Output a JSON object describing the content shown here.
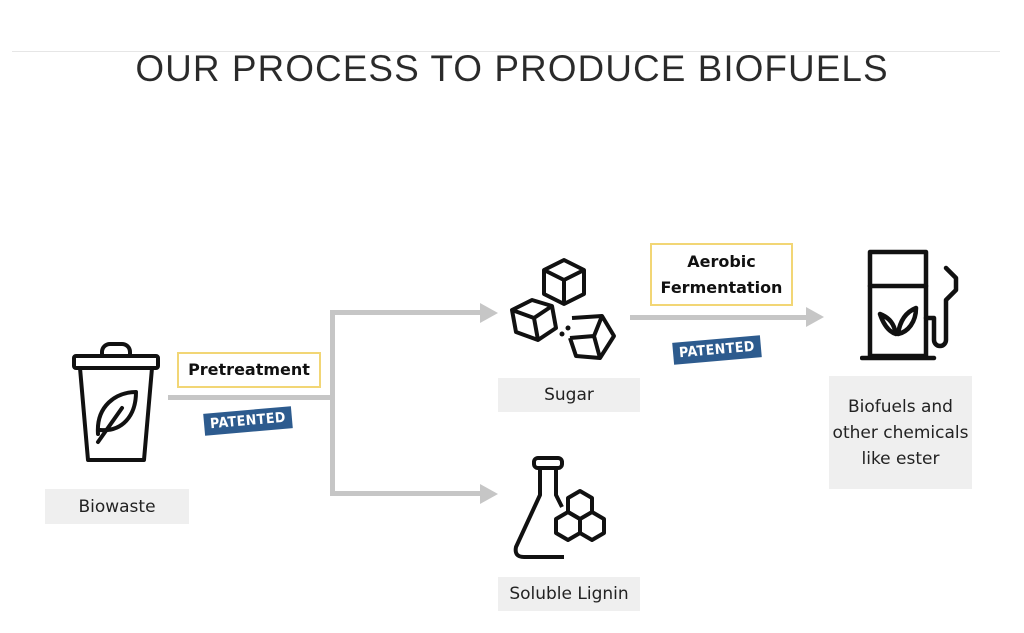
{
  "title": "OUR PROCESS TO PRODUCE BIOFUELS",
  "nodes": {
    "biowaste": "Biowaste",
    "sugar": "Sugar",
    "lignin": "Soluble Lignin",
    "biofuels": "Biofuels and other chemicals like ester"
  },
  "steps": {
    "pretreatment": "Pretreatment",
    "fermentation": "Aerobic Fermentation"
  },
  "stamps": {
    "pretreatment": "PATENTED",
    "fermentation": "PATENTED"
  },
  "colors": {
    "stamp": "#2d5b8e",
    "step_border": "#f2d675",
    "arrow": "#c6c6c6",
    "label_bg": "#efefef"
  }
}
